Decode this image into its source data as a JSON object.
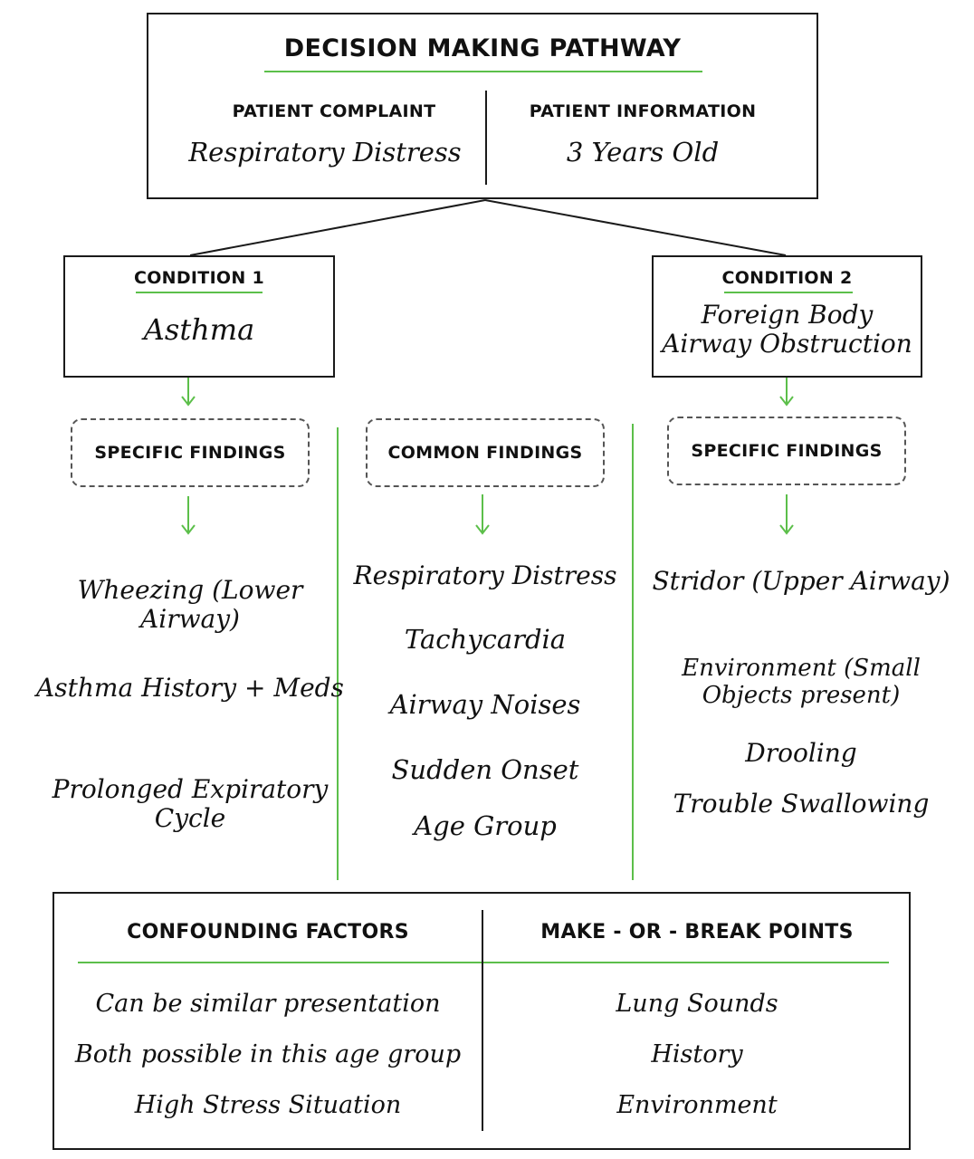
{
  "title": "DECISION MAKING PATHWAY",
  "patient_complaint": {
    "label": "PATIENT COMPLAINT",
    "value": "Respiratory Distress"
  },
  "patient_information": {
    "label": "PATIENT INFORMATION",
    "value": "3 Years Old"
  },
  "condition_1": {
    "label": "CONDITION 1",
    "value": "Asthma"
  },
  "condition_2": {
    "label": "CONDITION 2",
    "value_line1": "Foreign Body",
    "value_line2": "Airway Obstruction"
  },
  "findings": {
    "left_label": "SPECIFIC FINDINGS",
    "center_label": "COMMON FINDINGS",
    "right_label": "SPECIFIC FINDINGS",
    "left_items": [
      [
        "Wheezing",
        "(Lower Airway)"
      ],
      [
        "Asthma History",
        "+ Meds"
      ],
      [
        "Prolonged Expiratory",
        "Cycle"
      ]
    ],
    "center_items": [
      "Respiratory Distress",
      "Tachycardia",
      "Airway Noises",
      "Sudden Onset",
      "Age Group"
    ],
    "right_items": [
      [
        "Stridor",
        "(Upper Airway)"
      ],
      [
        "Environment",
        "(Small Objects present)"
      ],
      [
        "Drooling"
      ],
      [
        "Trouble Swallowing"
      ]
    ]
  },
  "confounding_factors": {
    "label": "CONFOUNDING FACTORS",
    "items": [
      "Can be similar presentation",
      "Both possible in this age group",
      "High Stress Situation"
    ]
  },
  "make_or_break": {
    "label": "MAKE - OR - BREAK POINTS",
    "items": [
      "Lung Sounds",
      "History",
      "Environment"
    ]
  },
  "colors": {
    "accent_green": "#5cbf4a",
    "border": "#1a1a1a",
    "dashed_border": "#555555"
  }
}
